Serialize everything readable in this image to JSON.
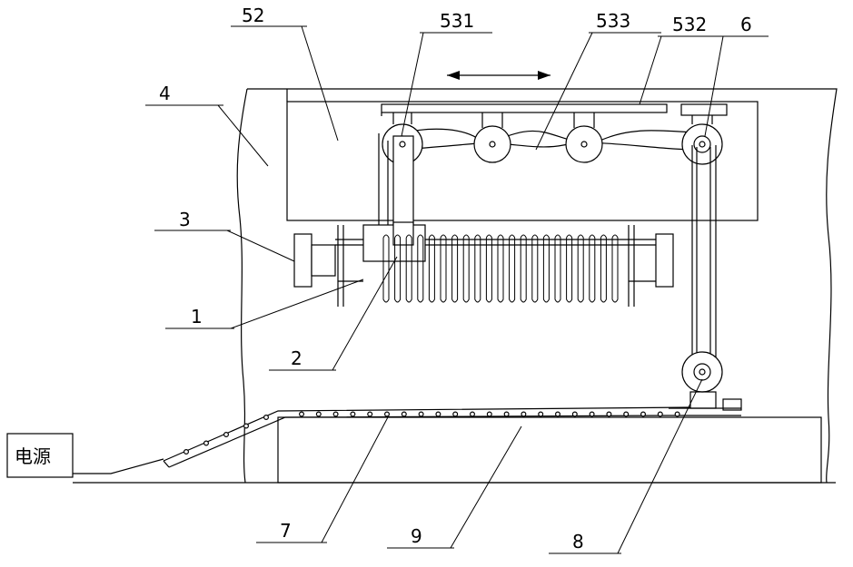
{
  "labels": {
    "l52": "52",
    "l531": "531",
    "l533": "533",
    "l532": "532",
    "l6": "6",
    "l4": "4",
    "l3": "3",
    "l1": "1",
    "l2": "2",
    "l7": "7",
    "l9": "9",
    "l8": "8",
    "power": "电源"
  }
}
